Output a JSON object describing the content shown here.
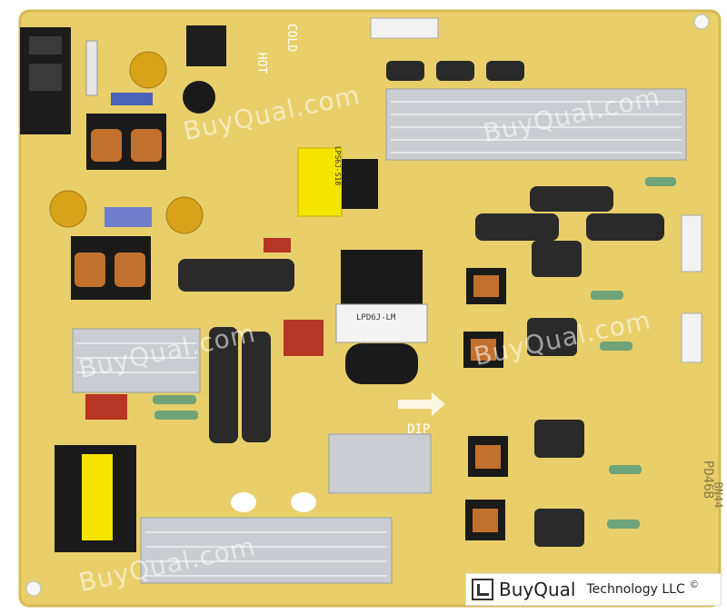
{
  "colors": {
    "board": "#e8cf6a",
    "board_edge": "#d6ba52",
    "heatsink": "#c9ccd0",
    "capacitor": "#2a2a2a",
    "transformer_yellow": "#f4e400",
    "copper": "#c2702e",
    "brand_text": "#222222"
  },
  "silkscreen": {
    "cold_label": "COLD",
    "hot_label": "HOT",
    "dip_label": "DIP",
    "model_label": "PD46B",
    "part_label": "BN44",
    "transformer_label_1": "LPD6J-LM",
    "transformer_label_2": "LPS6J-S18"
  },
  "watermarks": [
    "BuyQual.com",
    "BuyQual.com",
    "BuyQual.com",
    "BuyQual.com",
    "BuyQual.com"
  ],
  "brand": {
    "name": "BuyQual",
    "suffix": "Technology LLC",
    "registered": "©"
  }
}
